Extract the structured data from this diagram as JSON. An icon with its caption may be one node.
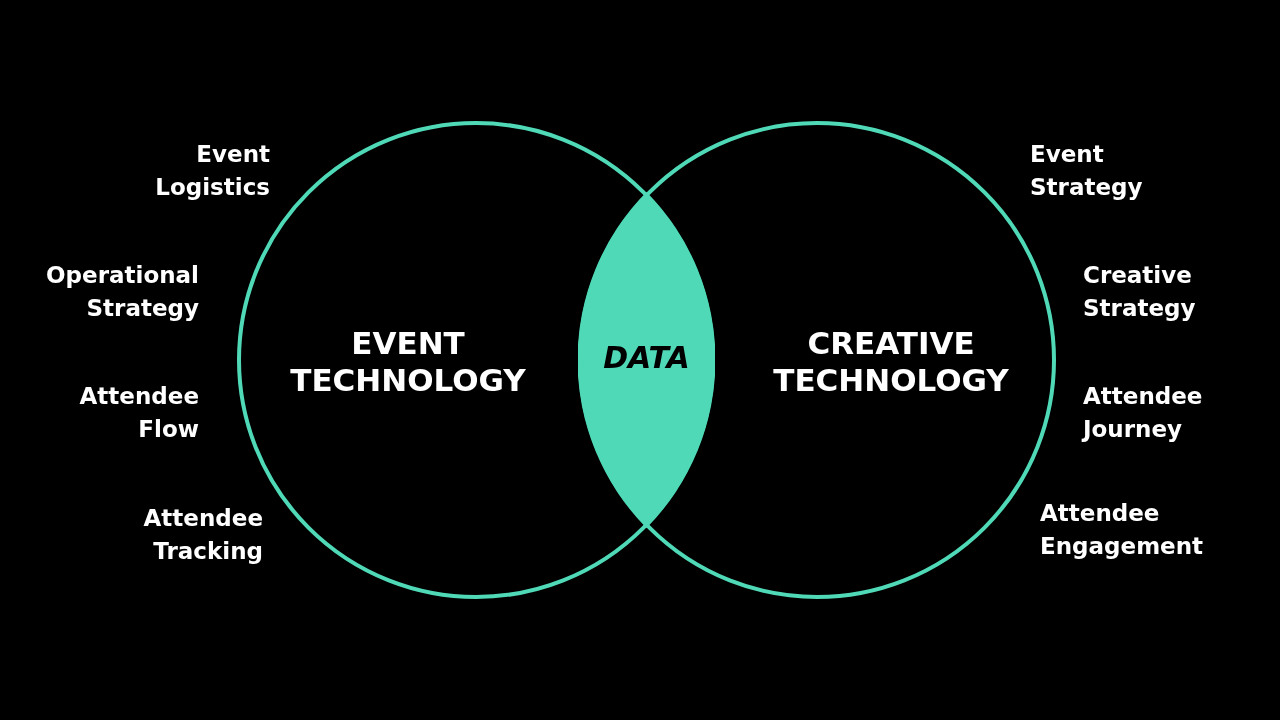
{
  "diagram": {
    "nodes": [
      {
        "text": [
          "EVENT TECHNOLOGY"
        ]
      },
      {
        "text": [
          "DATA"
        ]
      },
      {
        "text": [
          "CREATIVE TECHNOLOGY"
        ]
      }
    ],
    "labels": [
      "Event Logistics",
      "Event Strategy",
      "Operational Strategy",
      "Creative Strategy",
      "Attendee Flow",
      "Attendee Journey",
      "Attendee Tracking",
      "Attendee Engagement"
    ]
  }
}
